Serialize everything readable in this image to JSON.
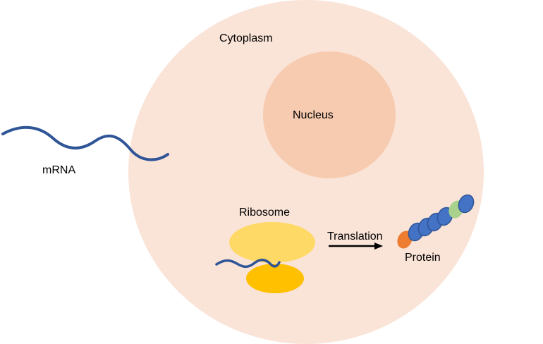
{
  "diagram": {
    "labels": {
      "cytoplasm": "Cytoplasm",
      "nucleus": "Nucleus",
      "mrna": "mRNA",
      "ribosome": "Ribosome",
      "translation": "Translation",
      "protein": "Protein"
    },
    "colors": {
      "cytoplasm": "#fae3d7",
      "nucleus": "#f7cbaf",
      "mrna": "#2f5597",
      "ribosome_large": "#ffd966",
      "ribosome_small": "#ffc000",
      "protein_start": "#ed7d31",
      "protein_bead": "#4472c4",
      "protein_bead_outline": "#2f5597",
      "protein_green": "#a9d18e",
      "arrow": "#000000"
    },
    "protein_chain": [
      "orange",
      "blue",
      "blue",
      "blue",
      "blue",
      "green",
      "blue"
    ]
  }
}
